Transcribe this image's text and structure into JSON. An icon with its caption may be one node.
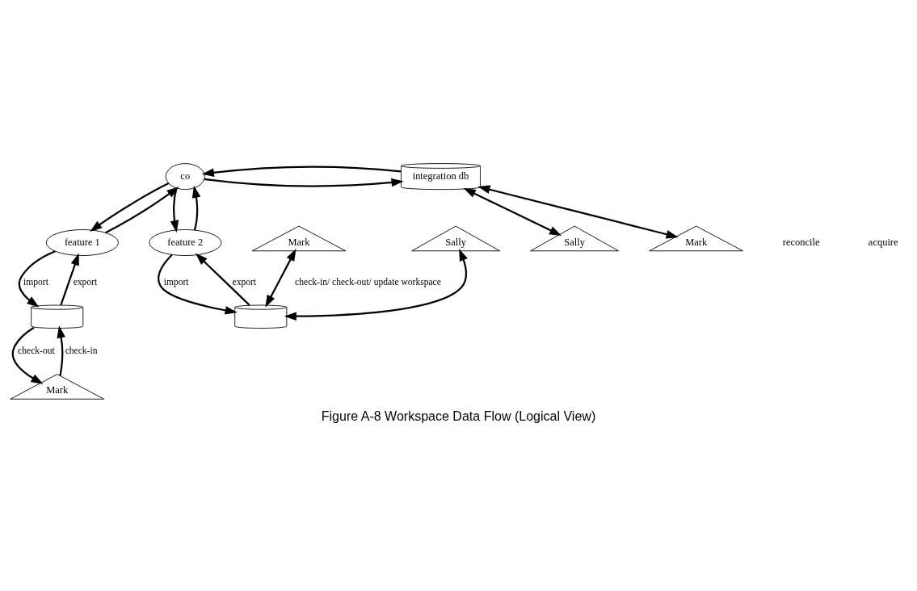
{
  "diagram": {
    "caption": "Figure A-8 Workspace Data Flow (Logical View)",
    "nodes": [
      {
        "text": [
          "co"
        ]
      },
      {
        "text": [
          "integration db"
        ]
      },
      {
        "text": [
          "Sally"
        ]
      },
      {
        "text": [
          "Mark"
        ]
      },
      {
        "text": [
          "feature 1"
        ]
      },
      {
        "text": [
          "feature 2"
        ]
      },
      {
        "text": [],
        "shape": "cylinder"
      },
      {
        "text": [],
        "shape": "cylinder"
      },
      {
        "text": [
          "Mark"
        ]
      },
      {
        "text": [
          "Mark"
        ]
      },
      {
        "text": [
          "Sally"
        ]
      }
    ],
    "edges": [
      {
        "from": 0,
        "to": 1,
        "arrow": "to"
      },
      {
        "from": 1,
        "to": 0,
        "arrow": "to"
      },
      {
        "from": 1,
        "to": 2,
        "arrow": "both"
      },
      {
        "from": 1,
        "to": 3,
        "arrow": "both"
      },
      {
        "from": 0,
        "to": 4,
        "arrow": "to"
      },
      {
        "from": 4,
        "to": 0,
        "arrow": "to"
      },
      {
        "from": 5,
        "to": 0,
        "arrow": "to"
      },
      {
        "from": 0,
        "to": 5,
        "arrow": "to"
      },
      {
        "from": 4,
        "to": 6,
        "arrow": "to",
        "label": "import"
      },
      {
        "from": 6,
        "to": 4,
        "arrow": "to",
        "label": "export"
      },
      {
        "from": 6,
        "to": 8,
        "arrow": "to",
        "label": "check-out"
      },
      {
        "from": 8,
        "to": 6,
        "arrow": "to",
        "label": "check-in"
      },
      {
        "from": 5,
        "to": 7,
        "arrow": "to",
        "label": "import"
      },
      {
        "from": 7,
        "to": 5,
        "arrow": "to",
        "label": "export"
      },
      {
        "from": 9,
        "to": 7,
        "arrow": "both",
        "label": "check-in/ check-out/ update workspace"
      },
      {
        "from": 10,
        "to": 7,
        "arrow": "both"
      }
    ],
    "labels": [
      "reconcile",
      "acquire"
    ]
  }
}
